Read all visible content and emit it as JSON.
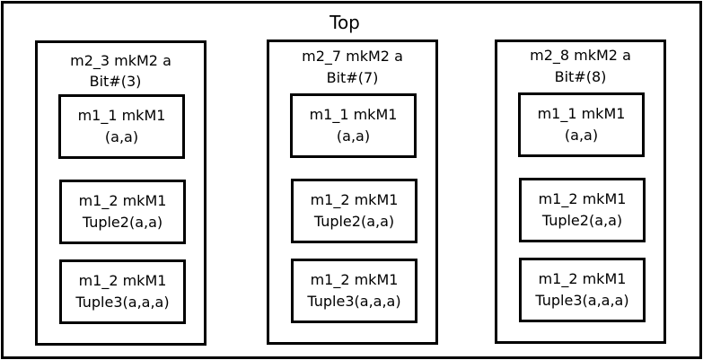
{
  "top": {
    "title": "Top"
  },
  "modules": [
    {
      "label_line1": "m2_3 mkM2 a",
      "label_line2": "Bit#(3)",
      "children": [
        {
          "line1": "m1_1 mkM1",
          "line2": "(a,a)"
        },
        {
          "line1": "m1_2 mkM1",
          "line2": "Tuple2(a,a)"
        },
        {
          "line1": "m1_2 mkM1",
          "line2": "Tuple3(a,a,a)"
        }
      ]
    },
    {
      "label_line1": "m2_7 mkM2 a",
      "label_line2": "Bit#(7)",
      "children": [
        {
          "line1": "m1_1 mkM1",
          "line2": "(a,a)"
        },
        {
          "line1": "m1_2 mkM1",
          "line2": "Tuple2(a,a)"
        },
        {
          "line1": "m1_2 mkM1",
          "line2": "Tuple3(a,a,a)"
        }
      ]
    },
    {
      "label_line1": "m2_8 mkM2 a",
      "label_line2": "Bit#(8)",
      "children": [
        {
          "line1": "m1_1 mkM1",
          "line2": "(a,a)"
        },
        {
          "line1": "m1_2 mkM1",
          "line2": "Tuple2(a,a)"
        },
        {
          "line1": "m1_2 mkM1",
          "line2": "Tuple3(a,a,a)"
        }
      ]
    }
  ]
}
